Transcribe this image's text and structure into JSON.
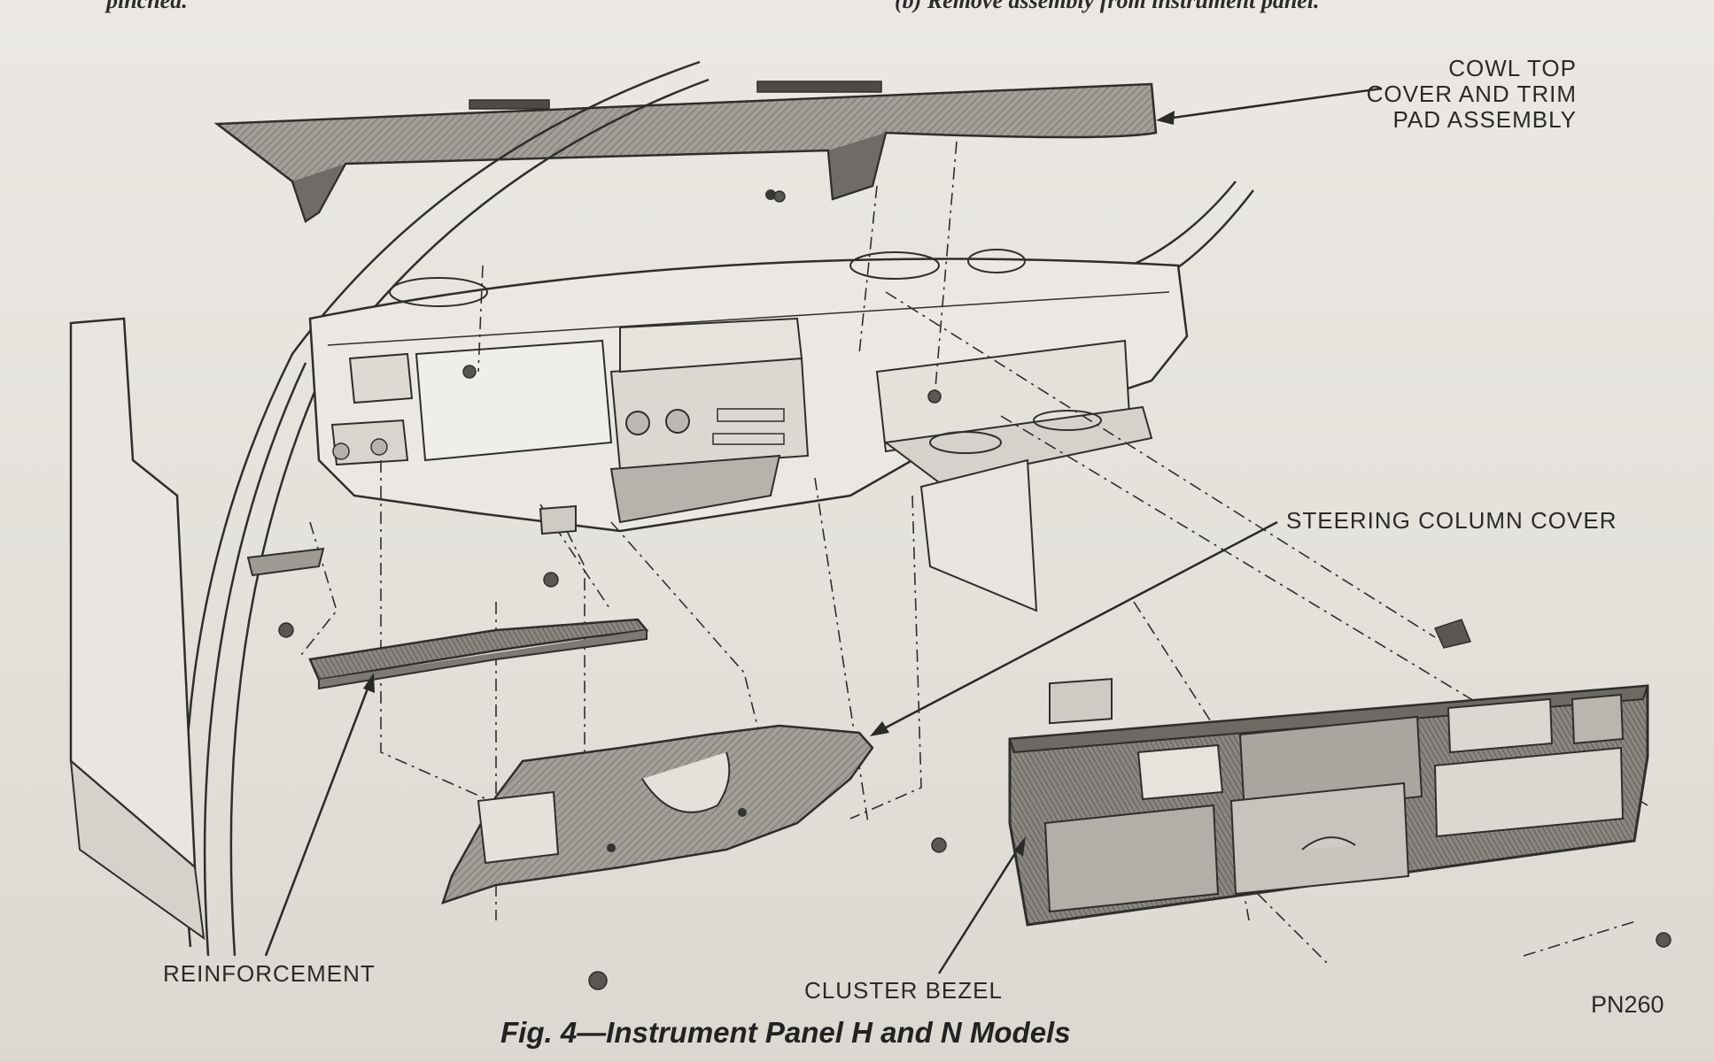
{
  "header_fragments": {
    "left": "pinched.",
    "right": "(b) Remove assembly from instrument panel."
  },
  "labels": {
    "cowl_top": [
      "COWL TOP",
      "COVER AND TRIM",
      "PAD ASSEMBLY"
    ],
    "steering_column_cover": "STEERING COLUMN COVER",
    "reinforcement": "REINFORCEMENT",
    "cluster_bezel": "CLUSTER BEZEL",
    "figure_code": "PN260"
  },
  "caption": "Fig. 4—Instrument Panel H and N Models",
  "colors": {
    "paper": "#e6e3de",
    "ink": "#2a2a28",
    "part_fill": "#9a9690",
    "part_dark": "#6f6b66"
  }
}
